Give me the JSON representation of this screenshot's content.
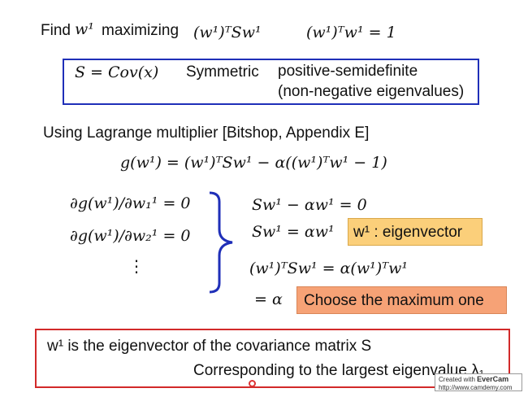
{
  "line1": {
    "find_label": "Find",
    "w1": "w¹",
    "maximizing": "maximizing",
    "objective": "(w¹)ᵀSw¹",
    "constraint": "(w¹)ᵀw¹ = 1"
  },
  "blue_box": {
    "s_def": "S = Cov(x)",
    "symmetric": "Symmetric",
    "psd": "positive-semidefinite",
    "eig_note": "(non-negative eigenvalues)"
  },
  "lagrange": {
    "heading": "Using Lagrange multiplier [Bitshop, Appendix E]",
    "g_def": "g(w¹) = (w¹)ᵀSw¹ − α((w¹)ᵀw¹ − 1)"
  },
  "derivatives": {
    "d1": "∂g(w¹)/∂w₁¹ = 0",
    "d2": "∂g(w¹)/∂w₂¹ = 0",
    "dots": "⋮"
  },
  "results": {
    "r1": "Sw¹ − αw¹ = 0",
    "r2": "Sw¹ = αw¹",
    "eigenvector_tag": "w¹ : eigenvector",
    "r3": "(w¹)ᵀSw¹ = α(w¹)ᵀw¹",
    "r4": "= α",
    "choose_tag": "Choose the maximum one"
  },
  "red_box": {
    "line1": "w¹ is the eigenvector of the covariance matrix S",
    "line2": "Corresponding to the largest eigenvalue λ₁"
  },
  "watermark": {
    "created_with": "Created with",
    "brand": "EverCam",
    "url": "http://www.camdemy.com"
  },
  "colors": {
    "blue_border": "#1f2fb8",
    "red_border": "#d22a2a",
    "yellow_highlight": "#fbcf7a",
    "orange_highlight": "#f6a276"
  }
}
